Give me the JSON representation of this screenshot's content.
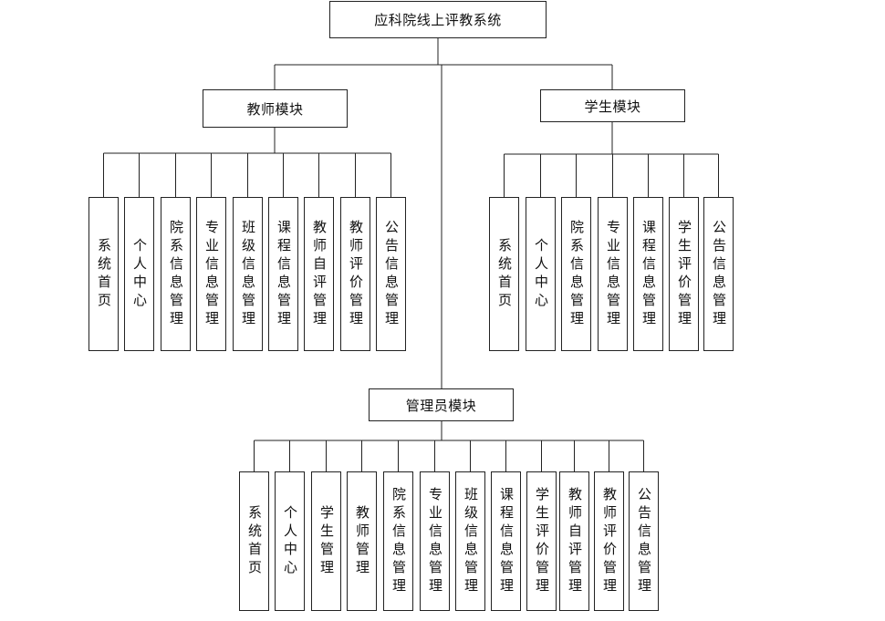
{
  "root": {
    "label": "应科院线上评教系统"
  },
  "teacher": {
    "label": "教师模块",
    "items": [
      "系统首页",
      "个人中心",
      "院系信息管理",
      "专业信息管理",
      "班级信息管理",
      "课程信息管理",
      "教师自评管理",
      "教师评价管理",
      "公告信息管理"
    ]
  },
  "student": {
    "label": "学生模块",
    "items": [
      "系统首页",
      "个人中心",
      "院系信息管理",
      "专业信息管理",
      "课程信息管理",
      "学生评价管理",
      "公告信息管理"
    ]
  },
  "admin": {
    "label": "管理员模块",
    "items": [
      "系统首页",
      "个人中心",
      "学生管理",
      "教师管理",
      "院系信息管理",
      "专业信息管理",
      "班级信息管理",
      "课程信息管理",
      "学生评价管理",
      "教师自评管理",
      "教师评价管理",
      "公告信息管理"
    ]
  },
  "colors": {
    "line": "#222222",
    "border": "#222222",
    "background": "#ffffff",
    "text": "#111111"
  }
}
